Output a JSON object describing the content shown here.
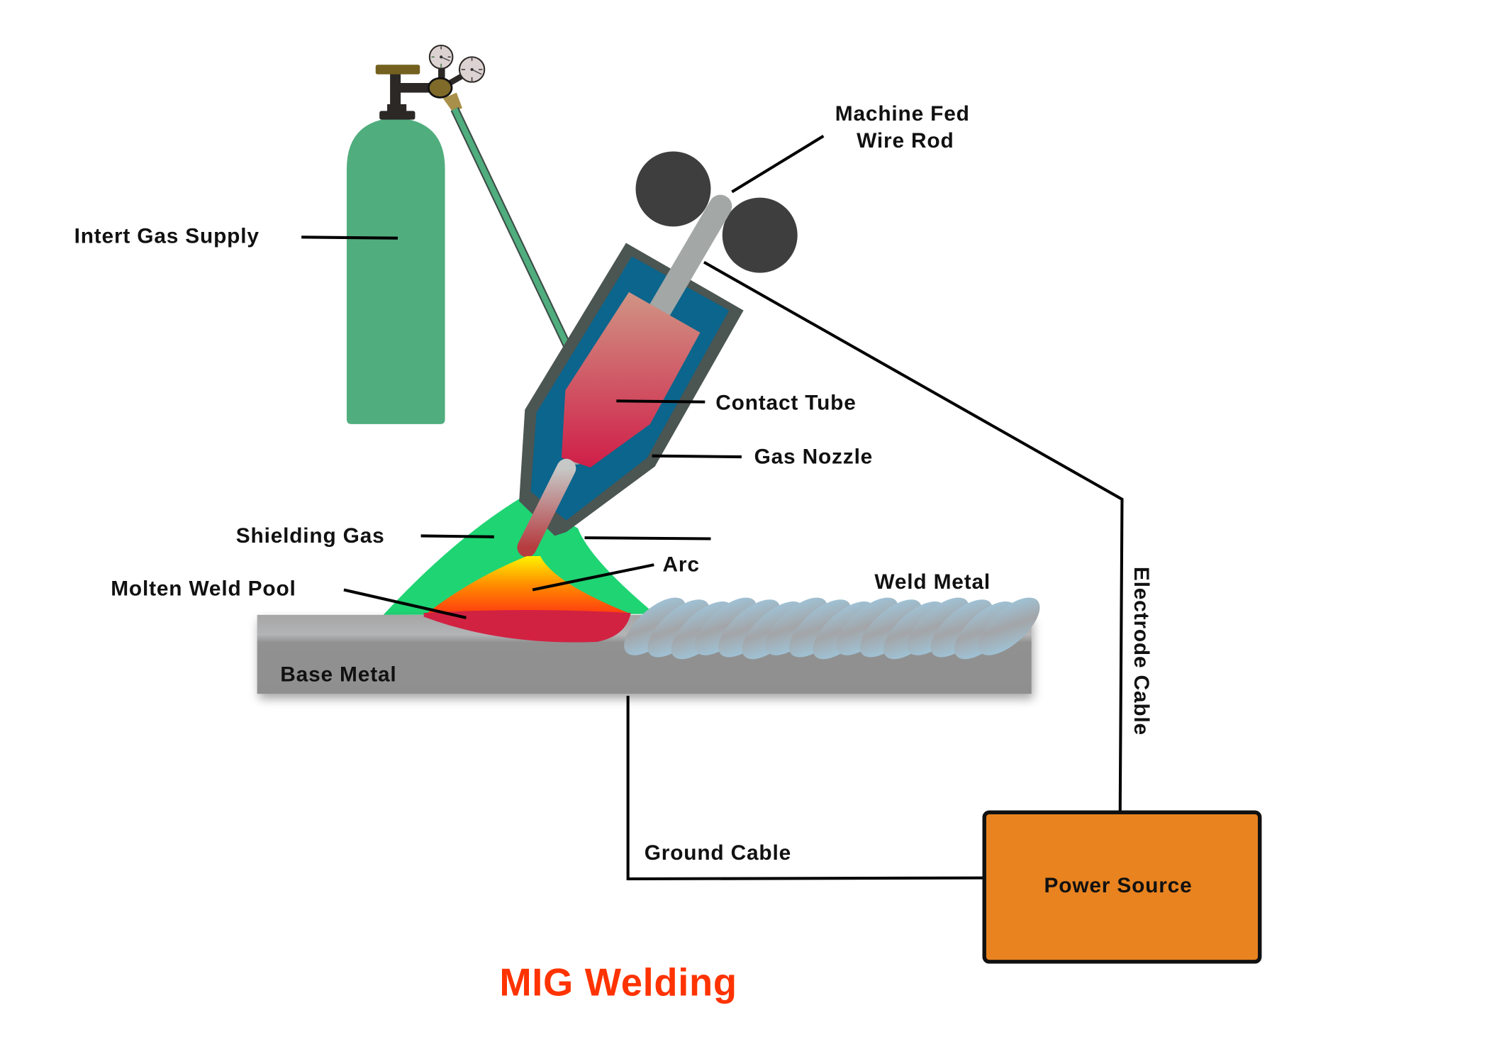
{
  "title": "MIG Welding",
  "colors": {
    "title": "#ff3300",
    "cylinder": "#50ad7d",
    "nozzle_fill": "#0b658c",
    "nozzle_border": "#4b5552",
    "roller": "#3e3e3e",
    "wire": "#a3a7a6",
    "shielding_gas": "#1fd473",
    "weld_pool": "#d12242",
    "base_metal": "#8f8f8f",
    "weld_bead": "#9ecde6",
    "power_source": "#e88320"
  },
  "labels": {
    "gas_supply": "Intert Gas Supply",
    "wire_rod_line1": "Machine Fed",
    "wire_rod_line2": "Wire Rod",
    "contact_tube": "Contact Tube",
    "gas_nozzle": "Gas Nozzle",
    "shielding_gas": "Shielding Gas",
    "arc": "Arc",
    "molten_pool": "Molten Weld Pool",
    "weld_metal": "Weld Metal",
    "base_metal": "Base Metal",
    "electrode_cable": "Electrode Cable",
    "ground_cable": "Ground Cable",
    "power_source": "Power Source"
  }
}
